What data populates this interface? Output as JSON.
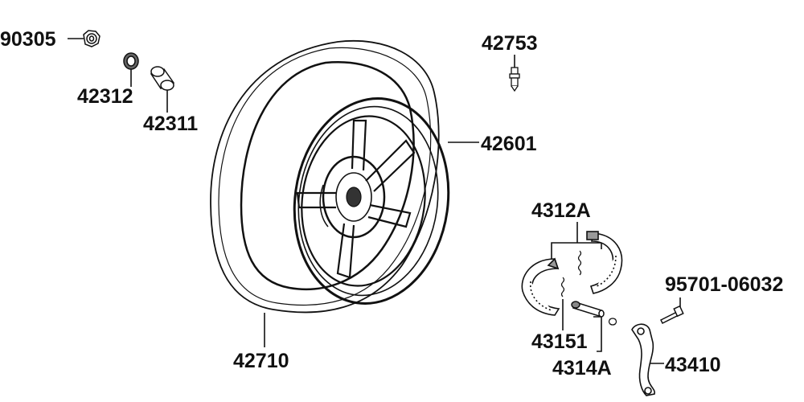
{
  "diagram": {
    "callouts": [
      {
        "id": "90305",
        "text": "90305"
      },
      {
        "id": "42312",
        "text": "42312"
      },
      {
        "id": "42311",
        "text": "42311"
      },
      {
        "id": "42753",
        "text": "42753"
      },
      {
        "id": "42601",
        "text": "42601"
      },
      {
        "id": "4312A",
        "text": "4312A"
      },
      {
        "id": "95701-06032",
        "text": "95701-06032"
      },
      {
        "id": "43151",
        "text": "43151"
      },
      {
        "id": "4314A",
        "text": "4314A"
      },
      {
        "id": "43410",
        "text": "43410"
      },
      {
        "id": "42710",
        "text": "42710"
      }
    ]
  }
}
